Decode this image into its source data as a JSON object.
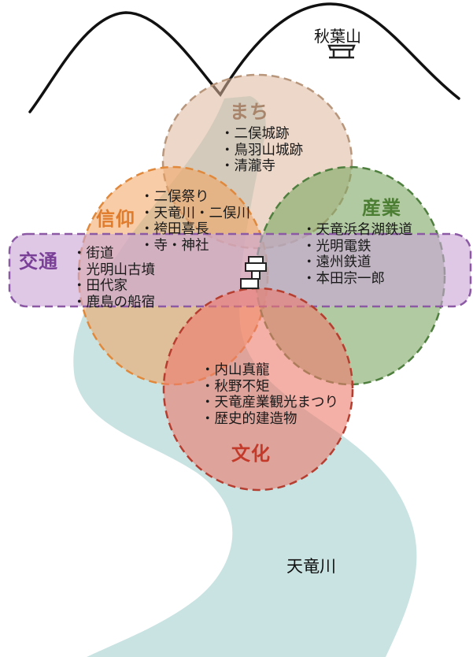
{
  "mountain": {
    "label": "秋葉山"
  },
  "river": {
    "label": "天竜川"
  },
  "circles": {
    "machi": {
      "title": "まち",
      "items": [
        "・二俣城跡",
        "・鳥羽山城跡",
        "・清瀧寺"
      ]
    },
    "shinko": {
      "title": "信仰",
      "items": [
        "・二俣祭り",
        "・天竜川・二俣川",
        "・袴田喜長",
        "・寺・神社"
      ]
    },
    "sangyo": {
      "title": "産業",
      "items": [
        "・天竜浜名湖鉄道",
        "・光明電鉄",
        "・遠州鉄道",
        "・本田宗一郎"
      ]
    },
    "kotsu": {
      "title": "交通",
      "items": [
        "・街道",
        "・光明山古墳",
        "・田代家",
        "・鹿島の船宿"
      ]
    },
    "bunka": {
      "title": "文化",
      "items": [
        "・内山真龍",
        "・秋野不矩",
        "・天竜産業観光まつり",
        "・歴史的建造物"
      ]
    }
  },
  "colors": {
    "machi": "#dcb79a",
    "shinko": "#f0a25c",
    "sangyo": "#7da663",
    "kotsu": "#c9a6d6",
    "bunka": "#ec7a6c",
    "river": "#bfdedd"
  }
}
